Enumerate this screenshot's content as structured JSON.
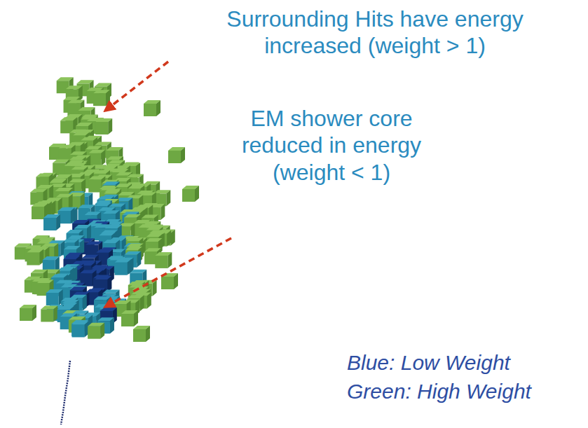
{
  "diagram": {
    "labels": [
      "Surrounding Hits have energy increased (weight > 1)",
      "EM shower core reduced in energy (weight < 1)",
      "Blue: Low Weight",
      "Green: High Weight"
    ]
  }
}
